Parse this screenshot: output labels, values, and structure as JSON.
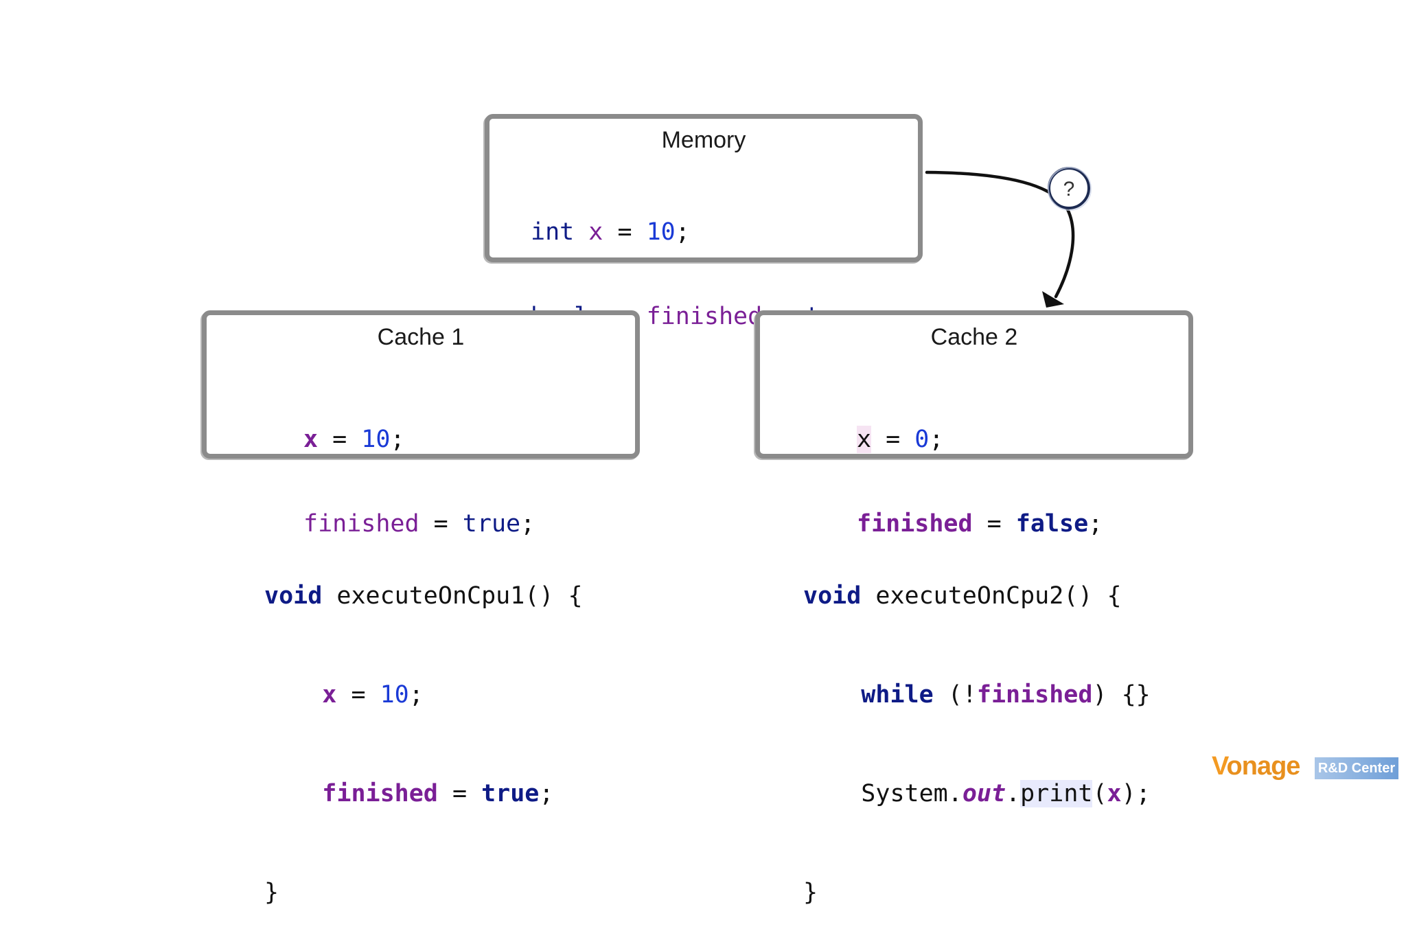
{
  "memory": {
    "title": "Memory",
    "lines": [
      {
        "t1": "int",
        "t2": "x",
        "t3": " = ",
        "t4": "10",
        "t5": ";"
      },
      {
        "t1": "boolean",
        "t2": "finished",
        "t3": " = ",
        "t4": "true",
        "t5": ";"
      }
    ]
  },
  "cache1": {
    "title": "Cache 1",
    "lines": [
      {
        "var": "x",
        "eq": " = ",
        "val": "10",
        "end": ";"
      },
      {
        "var": "finished",
        "eq": " = ",
        "val": "true",
        "end": ";"
      }
    ]
  },
  "cache2": {
    "title": "Cache 2",
    "lines": [
      {
        "var": "x",
        "eq": " = ",
        "val": "0",
        "end": ";"
      },
      {
        "var": "finished",
        "eq": " = ",
        "val": "false",
        "end": ";"
      }
    ]
  },
  "question_mark": "?",
  "code1": {
    "kw": "void",
    "sig": " executeOnCpu1() {",
    "l2_var": "x",
    "l2_eq": " = ",
    "l2_val": "10",
    "l2_end": ";",
    "l3_var": "finished",
    "l3_eq": " = ",
    "l3_val": "true",
    "l3_end": ";",
    "close": "}"
  },
  "code2": {
    "kw": "void",
    "sig": " executeOnCpu2() {",
    "l2_kw": "while",
    "l2_open": " (!",
    "l2_var": "finished",
    "l2_close": ") {}",
    "l3_sys": "System.",
    "l3_out": "out",
    "l3_dot": ".",
    "l3_print": "print",
    "l3_paren": "(",
    "l3_var": "x",
    "l3_end": ");",
    "close": "}"
  },
  "logo": {
    "word_v": "V",
    "word_rest": "onage",
    "tag": "R&D Center"
  },
  "colors": {
    "keyword": "#0e1b86",
    "variable": "#7a1f96",
    "number": "#1a3ad6",
    "box_border": "#8b8b8b",
    "logo_orange": "#e8901e",
    "logo_blue": "#6f9fd8"
  }
}
